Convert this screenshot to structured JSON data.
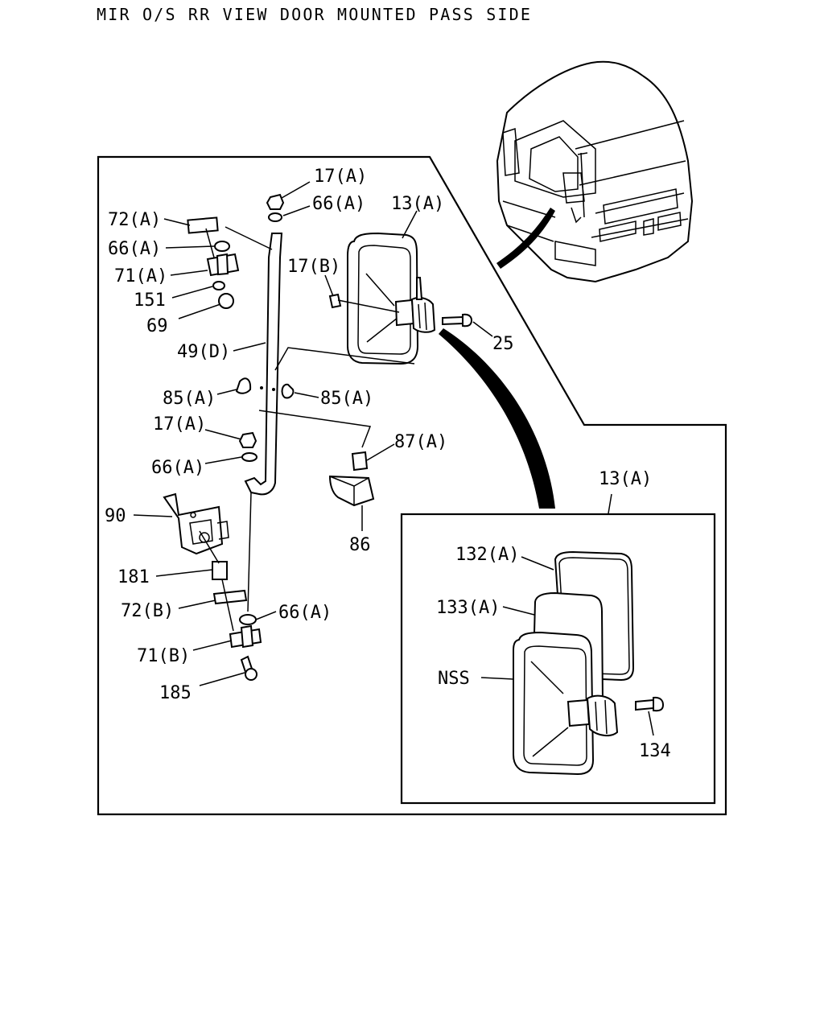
{
  "title": "MIR O/S RR VIEW DOOR MOUNTED PASS SIDE",
  "labels": {
    "p17a_top": "17(A)",
    "p66a_top": "66(A)",
    "p13a_main": "13(A)",
    "p72a": "72(A)",
    "p66a_left": "66(A)",
    "p71a": "71(A)",
    "p17b": "17(B)",
    "p151": "151",
    "p69": "69",
    "p25": "25",
    "p49d": "49(D)",
    "p85a_left": "85(A)",
    "p85a_right": "85(A)",
    "p17a_mid": "17(A)",
    "p87a": "87(A)",
    "p66a_mid": "66(A)",
    "p90": "90",
    "p86": "86",
    "p181": "181",
    "p72b": "72(B)",
    "p66a_low": "66(A)",
    "p71b": "71(B)",
    "p185": "185",
    "p13a_detail": "13(A)",
    "p132a": "132(A)",
    "p133a": "133(A)",
    "nss": "NSS",
    "p134": "134"
  }
}
